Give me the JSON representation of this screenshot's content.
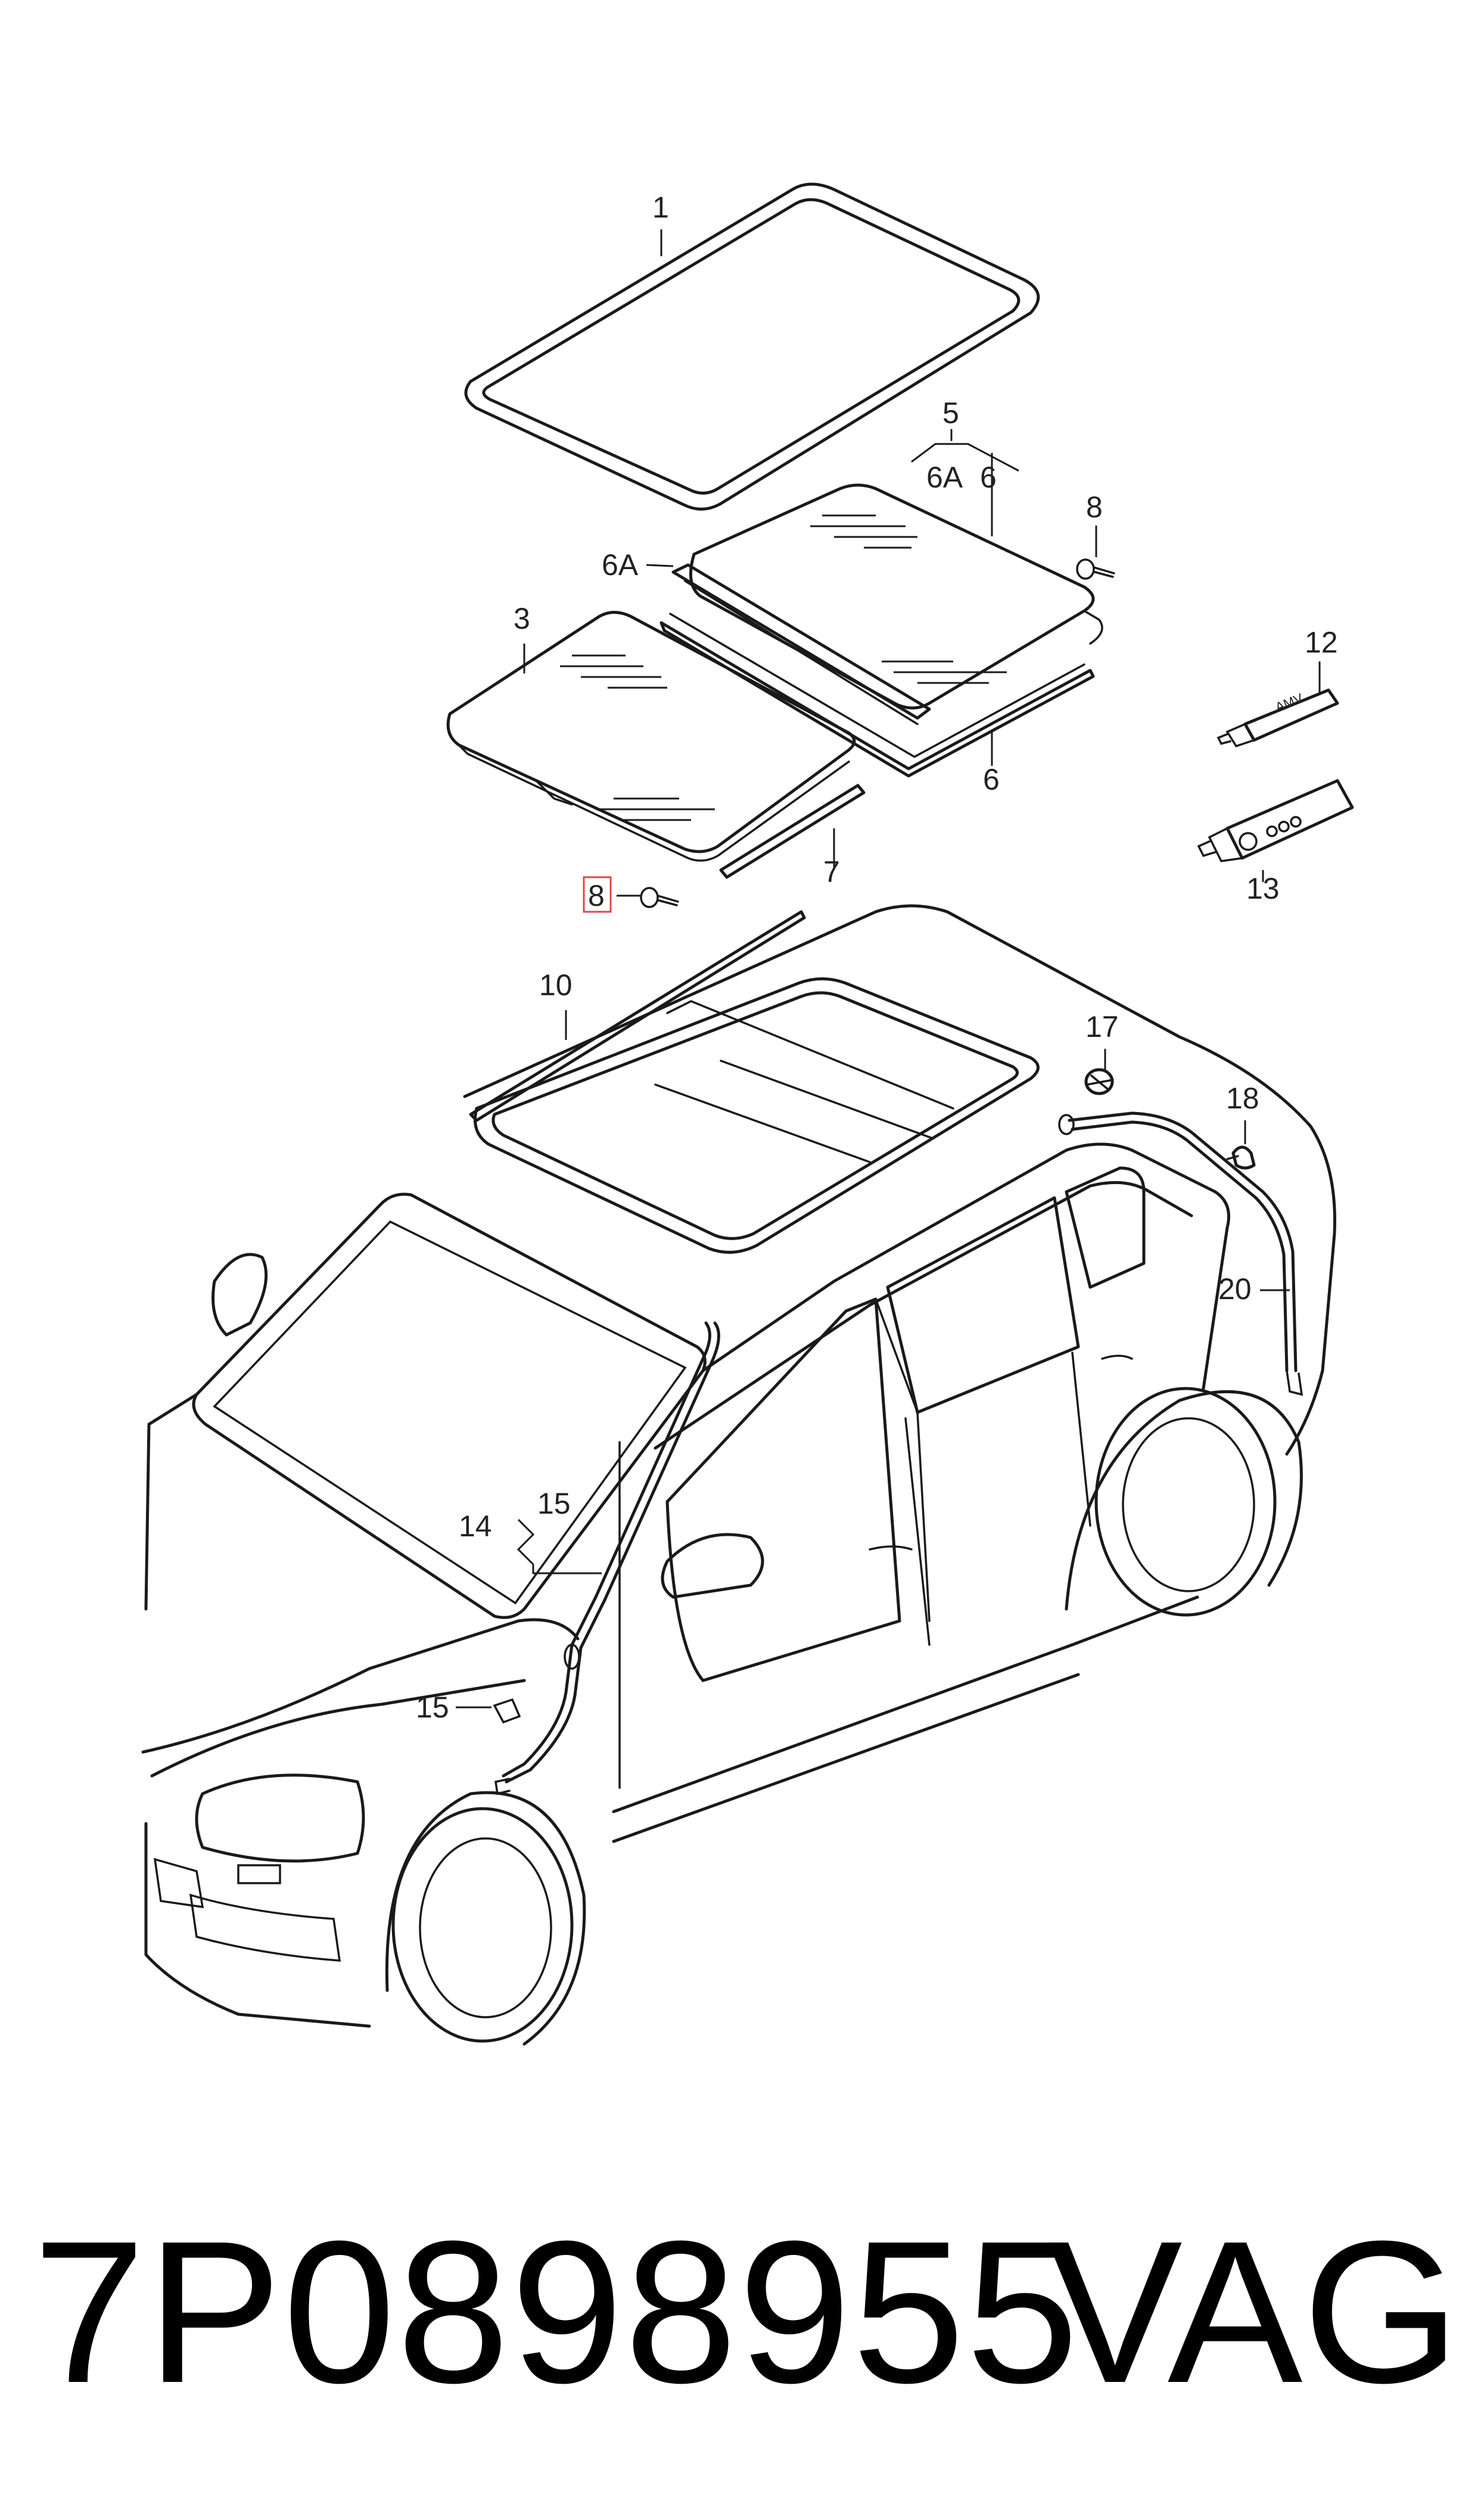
{
  "diagram": {
    "callouts": {
      "c1": "1",
      "c3": "3",
      "c5": "5",
      "c6a_top": "6A",
      "c6_top": "6",
      "c6a_left": "6A",
      "c6_bottom": "6",
      "c7": "7",
      "c8_top": "8",
      "c8_highlighted": "8",
      "c10": "10",
      "c12": "12",
      "c13": "13",
      "c14": "14",
      "c15_top": "15",
      "c15_bottom": "15",
      "c17": "17",
      "c18": "18",
      "c20": "20"
    },
    "tube_label": "AMV"
  },
  "footer": {
    "part_number": "7P0898955",
    "brand": "VAG"
  }
}
